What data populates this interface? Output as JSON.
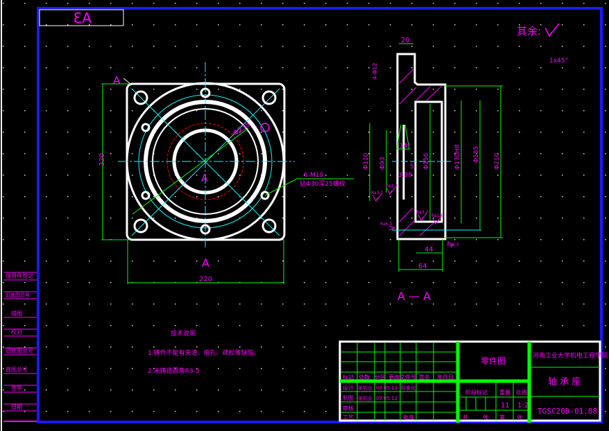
{
  "sheet": {
    "format_label": "A3",
    "roughness_note": "其余:",
    "chamfer_note": "1x45°"
  },
  "front_view": {
    "section_mark_top": "A",
    "section_mark_bottom": "A",
    "center_label": "A",
    "dim_height": "220",
    "dim_width": "220",
    "dim_diameter": "Φ235",
    "thread_callout": "6-M10",
    "thread_depth": "钻Φ30深25螺纹"
  },
  "section_view": {
    "title": "A — A",
    "dims": {
      "flange_thickness": "20",
      "hole": "4-Φ12",
      "d110": "Φ110",
      "d93": "Φ93",
      "angle": "14°",
      "d156": "Φ156",
      "d170": "Φ170H8",
      "d185": "Φ185",
      "d210": "Φ210",
      "d5": "5",
      "d398": "3.98",
      "len44": "44",
      "len64": "64",
      "ra1": "Ra3.2",
      "ra2": "Ra3.2",
      "ra3": "Ra3.2",
      "ra4": "Ra1.6",
      "ra5": "Ra6.3",
      "ra6": "Ra6.3"
    }
  },
  "notes": {
    "title": "技术说明",
    "items": [
      "1.铸件不能有夹渣、缩孔、疏松等缺陷。",
      "2.未铸造圆角R3-5."
    ]
  },
  "side_strip": [
    "借用件登记",
    "旧底图总号",
    "描图",
    "校对",
    "旧底图总号",
    "底图总号",
    "签字",
    "日期"
  ],
  "title_block": {
    "headers": [
      "标记",
      "处数",
      "分区",
      "更改文件号",
      "签名",
      "年月日"
    ],
    "rows": [
      [
        "设计",
        "张钊业",
        "07.05.12",
        "标准化"
      ],
      [
        "制图",
        "张钊业",
        "07.05.12"
      ],
      [
        "审核"
      ],
      [
        "工艺",
        "",
        "",
        "批准"
      ]
    ],
    "drawing_type": "零件图",
    "school": "河南工业大学机电工程学院",
    "part_name": "轴 承 座",
    "stage_label": "阶段标记",
    "weight_label": "重量",
    "scale_label": "比例",
    "weight": "11",
    "scale": "1:2",
    "sheets_total_label": "共",
    "sheets_unit": "张",
    "sheet_no_label": "第",
    "sheet_unit2": "张",
    "drawing_no": "TGSC20D-01.08"
  }
}
